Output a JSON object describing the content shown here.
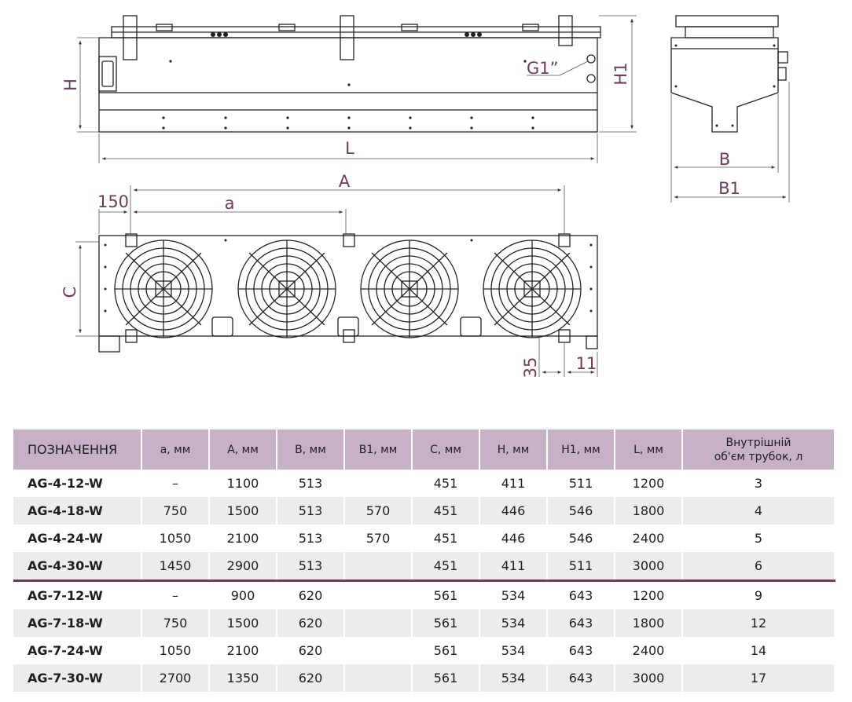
{
  "dimensions": {
    "H": "H",
    "H1": "H1",
    "L": "L",
    "G": "G1”",
    "B": "B",
    "B1": "B1",
    "A": "A",
    "a": "a",
    "d150": "150",
    "C": "C",
    "d35": "35",
    "d11": "11"
  },
  "table": {
    "headers": [
      "ПОЗНАЧЕННЯ",
      "a, мм",
      "A, мм",
      "B, мм",
      "B1, мм",
      "C, мм",
      "H, мм",
      "H1, мм",
      "L, мм",
      "Внутрішній\nоб'єм трубок, л"
    ],
    "rows": [
      [
        "AG-4-12-W",
        "–",
        "1100",
        "513",
        "",
        "451",
        "411",
        "511",
        "1200",
        "3"
      ],
      [
        "AG-4-18-W",
        "750",
        "1500",
        "513",
        "570",
        "451",
        "446",
        "546",
        "1800",
        "4"
      ],
      [
        "AG-4-24-W",
        "1050",
        "2100",
        "513",
        "570",
        "451",
        "446",
        "546",
        "2400",
        "5"
      ],
      [
        "AG-4-30-W",
        "1450",
        "2900",
        "513",
        "",
        "451",
        "411",
        "511",
        "3000",
        "6"
      ],
      [
        "AG-7-12-W",
        "–",
        "900",
        "620",
        "",
        "561",
        "534",
        "643",
        "1200",
        "9"
      ],
      [
        "AG-7-18-W",
        "750",
        "1500",
        "620",
        "",
        "561",
        "534",
        "643",
        "1800",
        "12"
      ],
      [
        "AG-7-24-W",
        "1050",
        "2100",
        "620",
        "",
        "561",
        "534",
        "643",
        "2400",
        "14"
      ],
      [
        "AG-7-30-W",
        "2700",
        "1350",
        "620",
        "",
        "561",
        "534",
        "643",
        "3000",
        "17"
      ]
    ]
  },
  "colors": {
    "accent": "#6d3b5e",
    "header_bg": "#c7b1c6",
    "row_alt": "#ececec",
    "line": "#222222"
  }
}
